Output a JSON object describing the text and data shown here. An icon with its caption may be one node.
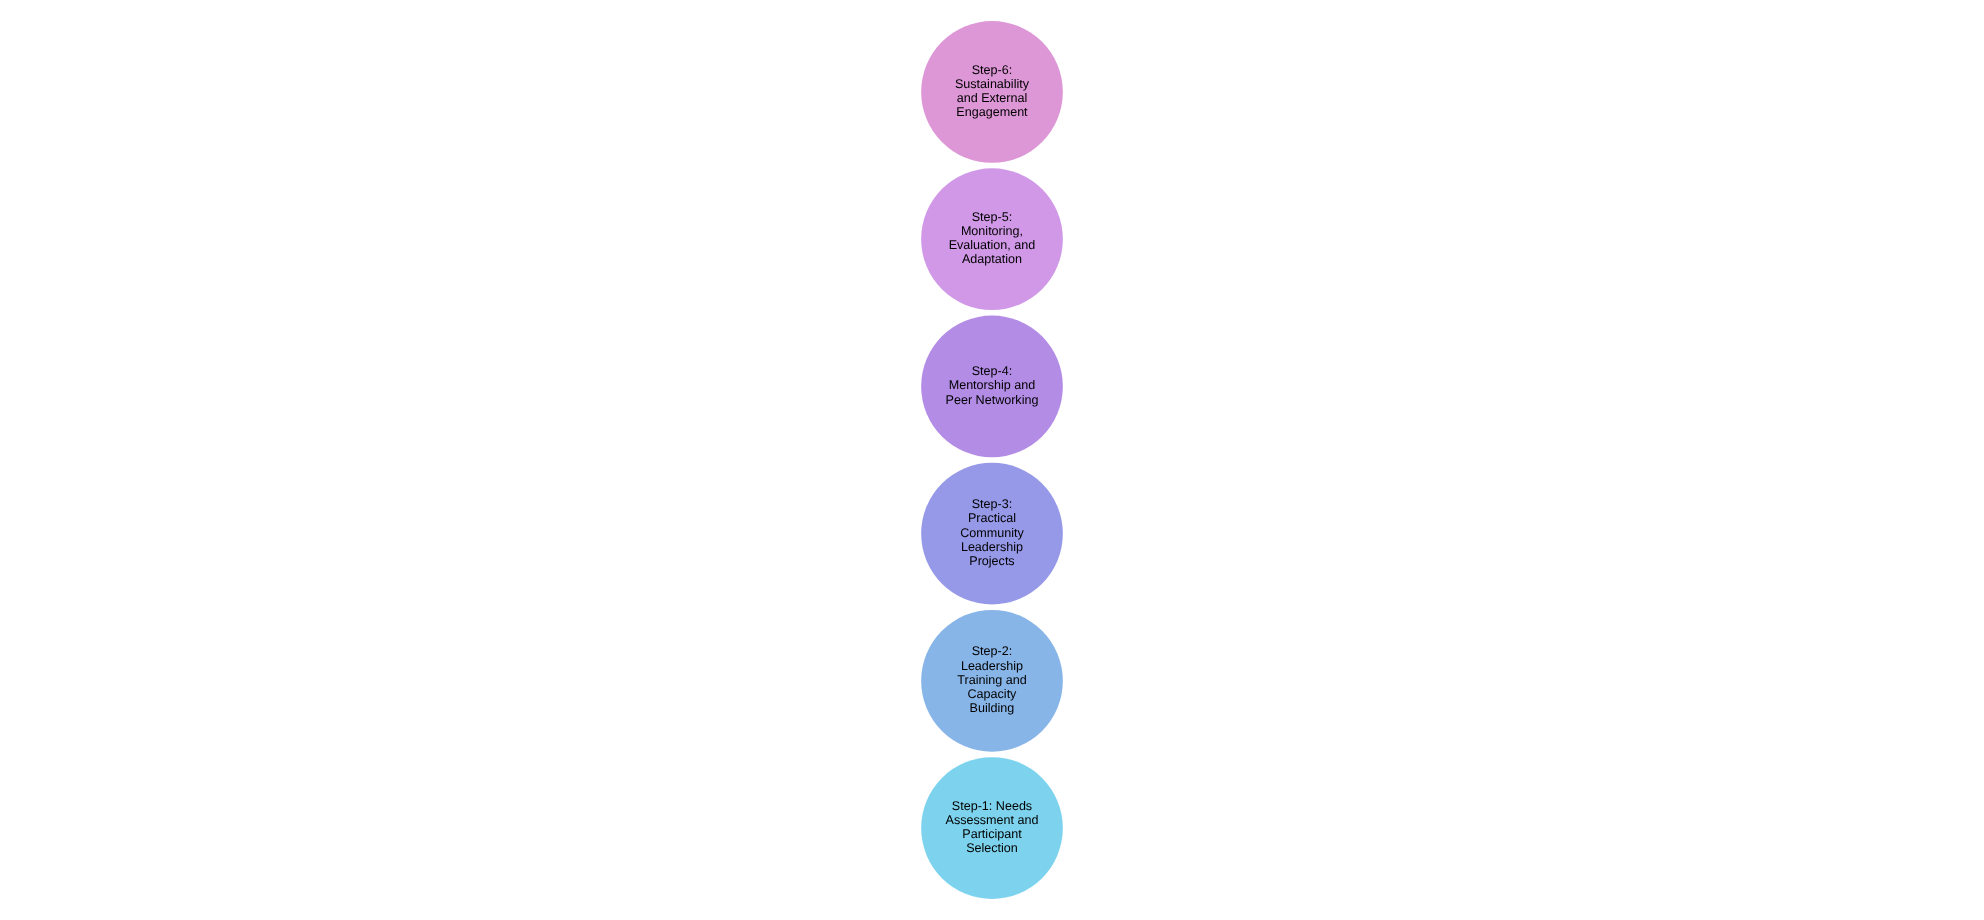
{
  "diagram": {
    "nodes": [
      {
        "text": [
          "Step-1: Needs Assessment and Participant Selection"
        ]
      },
      {
        "text": [
          "Step-2: Leadership Training and Capacity Building"
        ]
      },
      {
        "text": [
          "Step-3: Practical Community Leadership Projects"
        ]
      },
      {
        "text": [
          "Step-4: Mentorship and Peer Networking"
        ]
      },
      {
        "text": [
          "Step-5: Monitoring, Evaluation, and Adaptation"
        ]
      },
      {
        "text": [
          "Step-6: Sustainability and External Engagement"
        ]
      }
    ]
  }
}
